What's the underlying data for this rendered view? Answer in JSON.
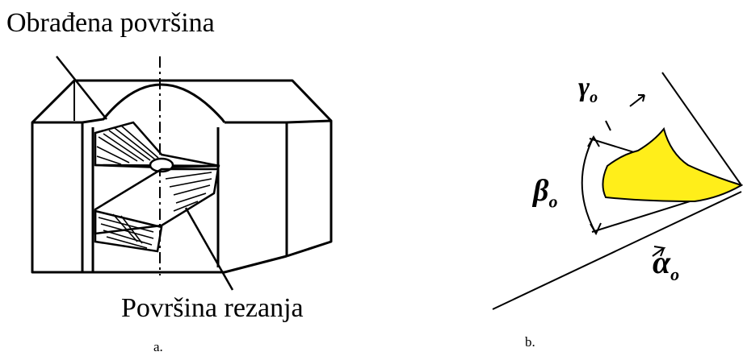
{
  "figure_a": {
    "label_machined_surface": "Obrađena površina",
    "label_cutting_surface": "Površina rezanja",
    "caption": "a."
  },
  "figure_b": {
    "gamma": "γ",
    "alpha": "α",
    "beta": "β",
    "subscript": "o",
    "caption": "b.",
    "tool_color": "#ffee1a"
  },
  "colors": {
    "ink": "#000000",
    "background": "#ffffff"
  }
}
